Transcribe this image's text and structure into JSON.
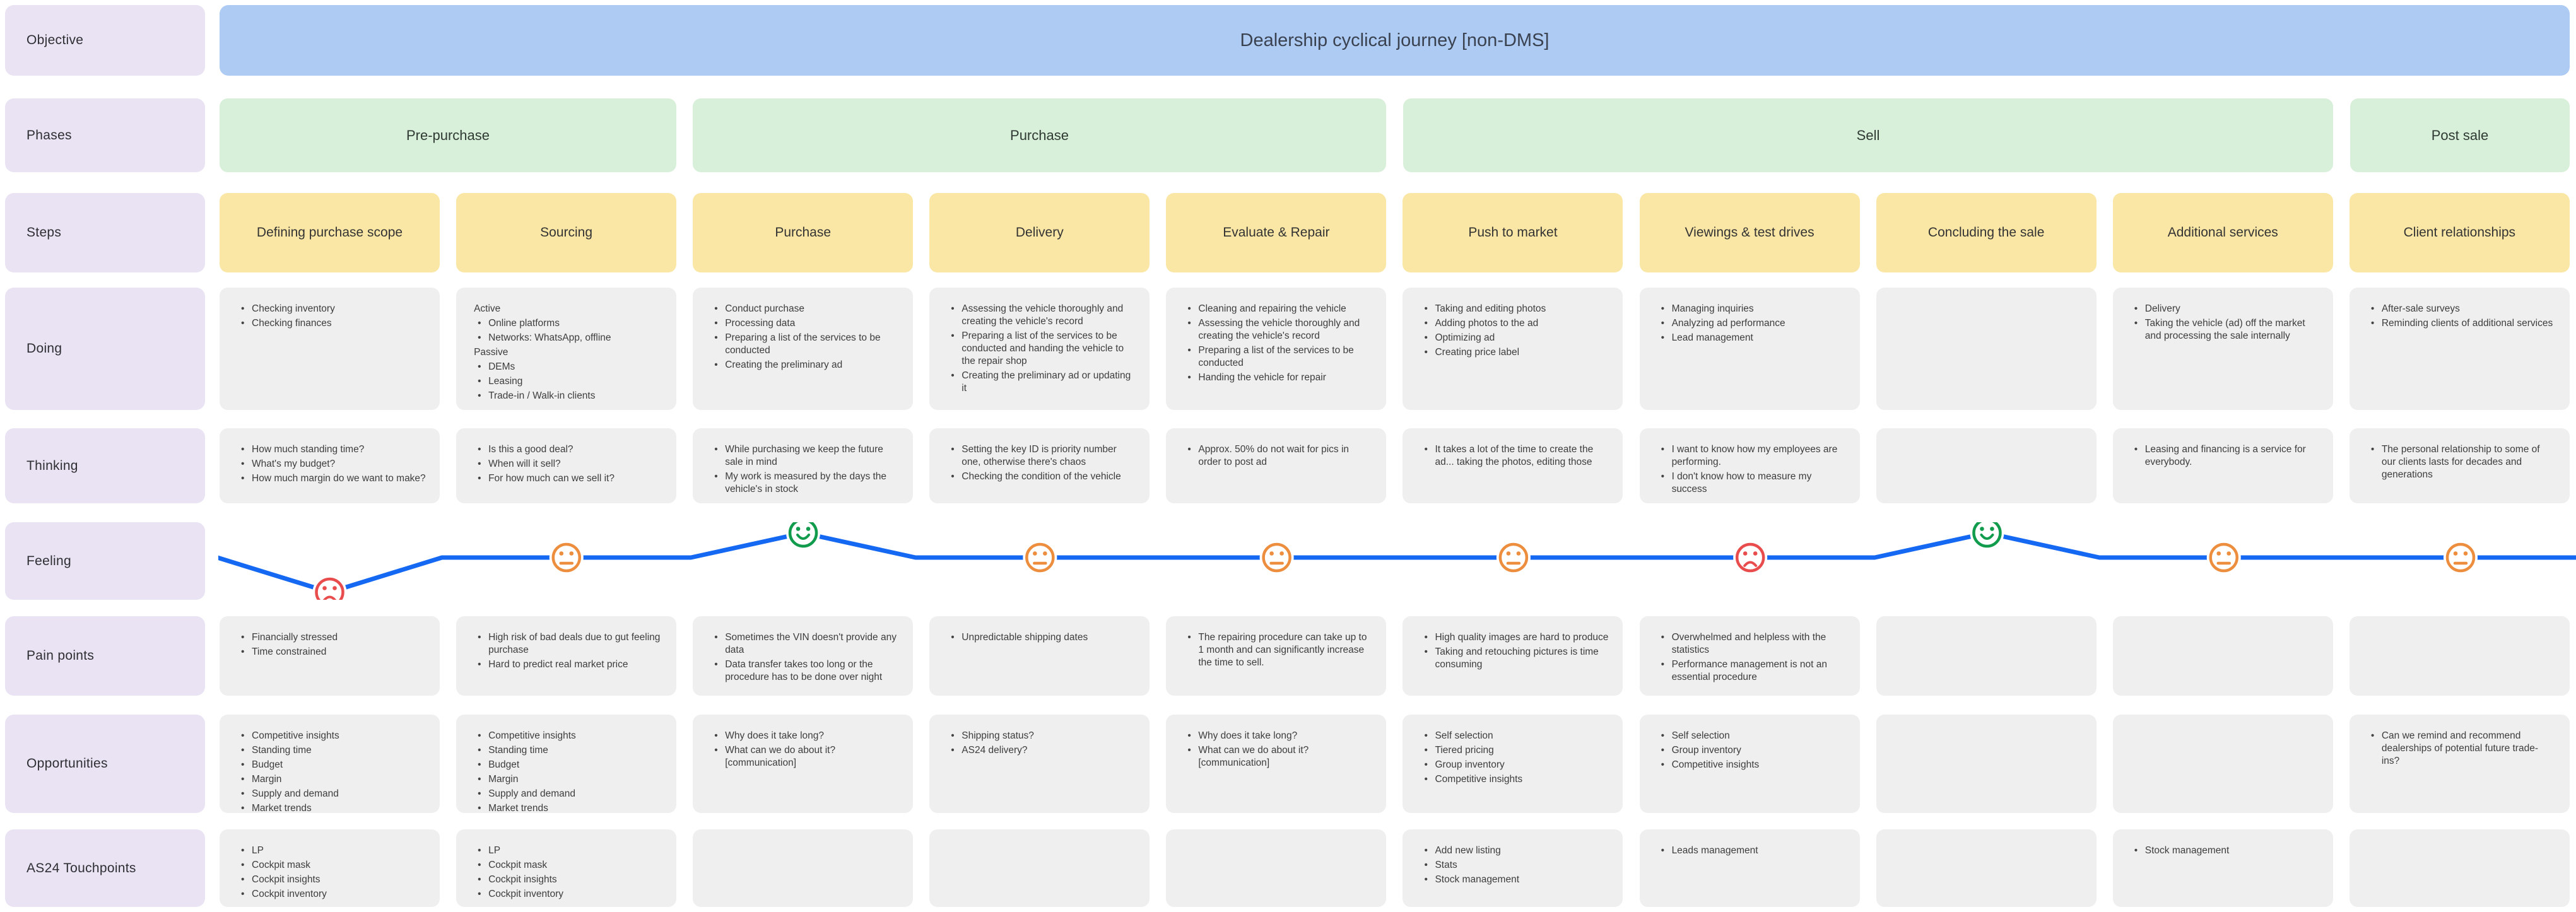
{
  "title": "Dealership cyclical journey [non-DMS]",
  "row_labels": {
    "objective": "Objective",
    "phases": "Phases",
    "steps": "Steps",
    "doing": "Doing",
    "thinking": "Thinking",
    "feeling": "Feeling",
    "pain_points": "Pain points",
    "opportunities": "Opportunities",
    "as24": "AS24 Touchpoints"
  },
  "phases": [
    {
      "label": "Pre-purchase",
      "steps_span": 2
    },
    {
      "label": "Purchase",
      "steps_span": 3
    },
    {
      "label": "Sell",
      "steps_span": 4
    },
    {
      "label": "Post sale",
      "steps_span": 1
    }
  ],
  "columns": [
    {
      "step": "Defining purchase scope",
      "doing": [
        "Checking inventory",
        "Checking finances"
      ],
      "thinking": [
        "How much standing time?",
        "What's my budget?",
        "How much margin do we want to make?"
      ],
      "feeling": {
        "mood": "sad",
        "level": "low"
      },
      "pain_points": [
        "Financially stressed",
        "Time constrained"
      ],
      "opportunities": [
        "Competitive insights",
        "Standing time",
        "Budget",
        "Margin",
        "Supply and demand",
        "Market trends"
      ],
      "as24_touchpoints": [
        "LP",
        "Cockpit mask",
        "Cockpit insights",
        "Cockpit inventory"
      ]
    },
    {
      "step": "Sourcing",
      "doing": [
        {
          "text": "Active",
          "header": true
        },
        "Online platforms",
        "Networks: WhatsApp, offline",
        {
          "text": "Passive",
          "header": true
        },
        "DEMs",
        "Leasing",
        "Trade-in / Walk-in clients"
      ],
      "thinking": [
        "Is this a good deal?",
        "When will it sell?",
        "For how much can we sell it?"
      ],
      "feeling": {
        "mood": "neutral",
        "level": "mid"
      },
      "pain_points": [
        "High risk of bad deals due to gut feeling purchase",
        "Hard to predict real market price"
      ],
      "opportunities": [
        "Competitive insights",
        "Standing time",
        "Budget",
        "Margin",
        "Supply and demand",
        "Market trends"
      ],
      "as24_touchpoints": [
        "LP",
        "Cockpit mask",
        "Cockpit insights",
        "Cockpit inventory"
      ]
    },
    {
      "step": "Purchase",
      "doing": [
        "Conduct purchase",
        "Processing data",
        "Preparing a list of the services to be conducted",
        "Creating the preliminary ad"
      ],
      "thinking": [
        "While purchasing we keep the future sale in mind",
        "My work is measured by the days the vehicle's in stock"
      ],
      "feeling": {
        "mood": "happy",
        "level": "high"
      },
      "pain_points": [
        "Sometimes the VIN doesn't provide any data",
        "Data transfer takes too long or the procedure has to be done over night"
      ],
      "opportunities": [
        "Why does it take long?",
        "What can we do about it? [communication]"
      ],
      "as24_touchpoints": []
    },
    {
      "step": "Delivery",
      "doing": [
        "Assessing the vehicle thoroughly and creating the vehicle's record",
        "Preparing a list of the services to be conducted and handing the vehicle to the repair shop",
        "Creating the preliminary ad or updating it"
      ],
      "thinking": [
        "Setting the key ID is priority number one, otherwise there's chaos",
        "Checking the condition of the vehicle"
      ],
      "feeling": {
        "mood": "neutral",
        "level": "mid"
      },
      "pain_points": [
        "Unpredictable shipping dates"
      ],
      "opportunities": [
        "Shipping status?",
        "AS24 delivery?"
      ],
      "as24_touchpoints": []
    },
    {
      "step": "Evaluate & Repair",
      "doing": [
        "Cleaning and repairing the vehicle",
        "Assessing the vehicle thoroughly and creating the vehicle's record",
        "Preparing a list of the services to be conducted",
        "Handing the vehicle for repair"
      ],
      "thinking": [
        "Approx. 50% do not wait for pics in order to post ad"
      ],
      "feeling": {
        "mood": "neutral",
        "level": "mid"
      },
      "pain_points": [
        "The repairing procedure can take up to 1 month and can significantly increase the time to sell."
      ],
      "opportunities": [
        "Why does it take long?",
        "What can we do about it? [communication]"
      ],
      "as24_touchpoints": []
    },
    {
      "step": "Push to market",
      "doing": [
        "Taking and editing photos",
        "Adding photos to the ad",
        "Optimizing ad",
        "Creating price label"
      ],
      "thinking": [
        "It takes a lot of the time to create the ad... taking the photos, editing those"
      ],
      "feeling": {
        "mood": "neutral",
        "level": "mid"
      },
      "pain_points": [
        "High quality images are hard to produce",
        "Taking and retouching pictures is time consuming"
      ],
      "opportunities": [
        "Self selection",
        "Tiered pricing",
        "Group inventory",
        "Competitive insights"
      ],
      "as24_touchpoints": [
        "Add new listing",
        "Stats",
        "Stock management"
      ]
    },
    {
      "step": "Viewings & test drives",
      "doing": [
        "Managing inquiries",
        "Analyzing ad performance",
        "Lead management"
      ],
      "thinking": [
        "I want to know how my employees are performing.",
        "I don't know how to measure my success"
      ],
      "feeling": {
        "mood": "sad",
        "level": "mid"
      },
      "pain_points": [
        "Overwhelmed and helpless with the statistics",
        "Performance management is not an essential procedure"
      ],
      "opportunities": [
        "Self selection",
        "Group inventory",
        "Competitive insights"
      ],
      "as24_touchpoints": [
        "Leads management"
      ]
    },
    {
      "step": "Concluding the sale",
      "doing": [],
      "thinking": [],
      "feeling": {
        "mood": "happy",
        "level": "high"
      },
      "pain_points": [],
      "opportunities": [],
      "as24_touchpoints": []
    },
    {
      "step": "Additional services",
      "doing": [
        "Delivery",
        "Taking the vehicle (ad) off the market and processing the sale internally"
      ],
      "thinking": [
        "Leasing and financing is a service for everybody."
      ],
      "feeling": {
        "mood": "neutral",
        "level": "mid"
      },
      "pain_points": [],
      "opportunities": [],
      "as24_touchpoints": [
        "Stock management"
      ]
    },
    {
      "step": "Client relationships",
      "doing": [
        "After-sale surveys",
        "Reminding clients of additional services"
      ],
      "thinking": [
        "The personal relationship to some of our clients lasts for decades and generations"
      ],
      "feeling": {
        "mood": "neutral",
        "level": "mid"
      },
      "pain_points": [],
      "opportunities": [
        "Can we remind and recommend dealerships of potential future trade-ins?"
      ],
      "as24_touchpoints": []
    }
  ],
  "colors": {
    "objective_bar": "#aecbf4",
    "phase": "#d8f0da",
    "step": "#fae7a5",
    "label": "#e9e3f4",
    "cell": "#efefef",
    "line": "#1468f2",
    "sad": "#e94c4c",
    "neutral": "#ec8e3e",
    "happy": "#119b4c"
  }
}
